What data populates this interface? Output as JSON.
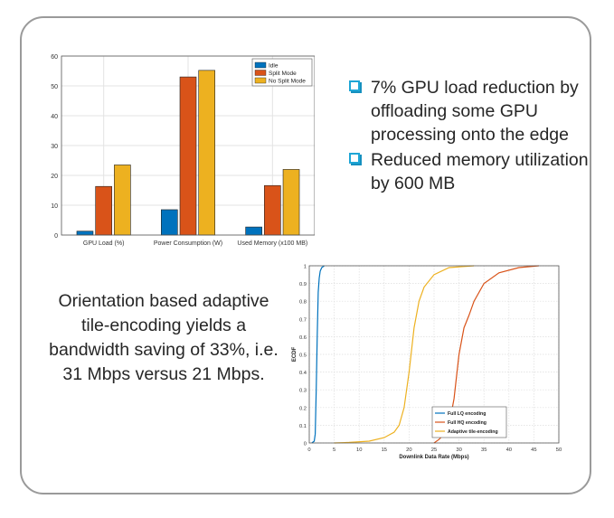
{
  "bullets": [
    "7% GPU load reduction by offloading some GPU processing onto the edge",
    "Reduced memory utilization by 600 MB"
  ],
  "claim": "Orientation based adaptive tile-encoding yields a bandwidth saving of 33%, i.e. 31 Mbps versus 21 Mbps.",
  "chart_data": [
    {
      "type": "bar",
      "categories": [
        "GPU Load (%)",
        "Power Consumption (W)",
        "Used Memory (x100 MB)"
      ],
      "series": [
        {
          "name": "Idle",
          "values": [
            1.3,
            8.5,
            2.7
          ],
          "color": "#0072bd"
        },
        {
          "name": "Split Mode",
          "values": [
            16.3,
            53,
            16.6
          ],
          "color": "#d95319"
        },
        {
          "name": "No Split Mode",
          "values": [
            23.5,
            55.2,
            22
          ],
          "color": "#edb120"
        }
      ],
      "ylim": [
        0,
        60
      ],
      "yticks": [
        0,
        10,
        20,
        30,
        40,
        50,
        60
      ],
      "grid": true,
      "legend_position": "top-right"
    },
    {
      "type": "line",
      "xlabel": "Downlink Data Rate (Mbps)",
      "ylabel": "ECDF",
      "xlim": [
        0,
        50
      ],
      "ylim": [
        0,
        1
      ],
      "xticks": [
        0,
        5,
        10,
        15,
        20,
        25,
        30,
        35,
        40,
        45,
        50
      ],
      "yticks": [
        0,
        0.1,
        0.2,
        0.3,
        0.4,
        0.5,
        0.6,
        0.7,
        0.8,
        0.9,
        1
      ],
      "grid": true,
      "legend_position": "bottom-right",
      "series": [
        {
          "name": "Full LQ encoding",
          "color": "#0072bd",
          "x": [
            0.5,
            1.0,
            1.2,
            1.4,
            1.6,
            1.8,
            2.0,
            2.2,
            2.5,
            3.0
          ],
          "y": [
            0,
            0.01,
            0.05,
            0.3,
            0.6,
            0.85,
            0.93,
            0.97,
            0.99,
            1
          ]
        },
        {
          "name": "Full HQ encoding",
          "color": "#d95319",
          "x": [
            25,
            26,
            27,
            28,
            29,
            30,
            31,
            32,
            33,
            35,
            38,
            42,
            46
          ],
          "y": [
            0,
            0.02,
            0.05,
            0.1,
            0.25,
            0.5,
            0.65,
            0.72,
            0.8,
            0.9,
            0.96,
            0.99,
            1
          ]
        },
        {
          "name": "Adaptive tile-encoding",
          "color": "#edb120",
          "x": [
            5,
            8,
            12,
            15,
            17,
            18,
            19,
            20,
            21,
            22,
            23,
            25,
            28,
            33
          ],
          "y": [
            0,
            0.003,
            0.01,
            0.03,
            0.06,
            0.1,
            0.2,
            0.4,
            0.65,
            0.8,
            0.88,
            0.95,
            0.99,
            1
          ]
        }
      ]
    }
  ]
}
